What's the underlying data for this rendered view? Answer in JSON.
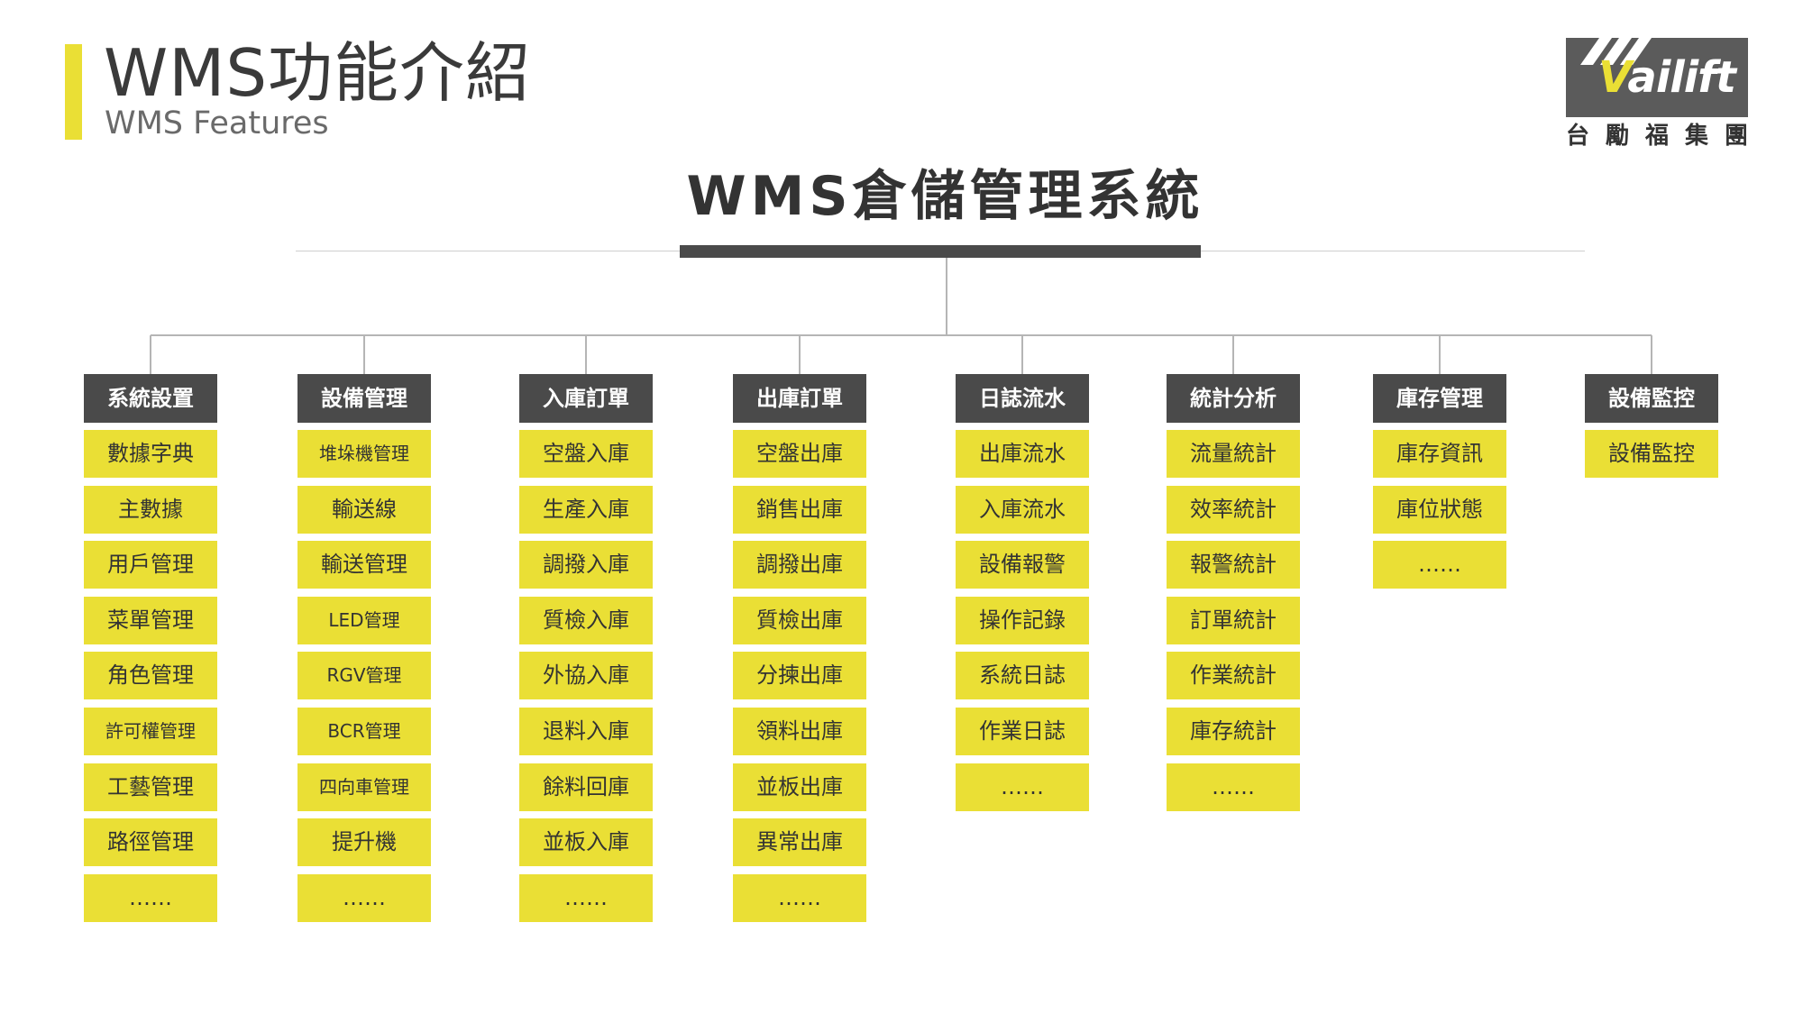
{
  "header": {
    "title": "WMS功能介紹",
    "subtitle": "WMS Features"
  },
  "logo": {
    "wordmark_first": "V",
    "wordmark_rest": "ailift",
    "chars": [
      "台",
      "勵",
      "福",
      "集",
      "團"
    ]
  },
  "diagram": {
    "title": "WMS倉儲管理系統",
    "colors": {
      "header": "#4a4a4a",
      "item": "#eadf35",
      "line": "#b5b5b5"
    },
    "columns": [
      {
        "title": "系統設置",
        "items": [
          "數據字典",
          "主數據",
          "用戶管理",
          "菜單管理",
          "角色管理",
          "許可權管理",
          "工藝管理",
          "路徑管理",
          "……"
        ]
      },
      {
        "title": "設備管理",
        "items": [
          "堆垛機管理",
          "輸送線",
          "輸送管理",
          "LED管理",
          "RGV管理",
          "BCR管理",
          "四向車管理",
          "提升機",
          "……"
        ]
      },
      {
        "title": "入庫訂單",
        "items": [
          "空盤入庫",
          "生產入庫",
          "調撥入庫",
          "質檢入庫",
          "外協入庫",
          "退料入庫",
          "餘料回庫",
          "並板入庫",
          "……"
        ]
      },
      {
        "title": "出庫訂單",
        "items": [
          "空盤出庫",
          "銷售出庫",
          "調撥出庫",
          "質檢出庫",
          "分揀出庫",
          "領料出庫",
          "並板出庫",
          "異常出庫",
          "……"
        ]
      },
      {
        "title": "日誌流水",
        "items": [
          "出庫流水",
          "入庫流水",
          "設備報警",
          "操作記錄",
          "系統日誌",
          "作業日誌",
          "……"
        ]
      },
      {
        "title": "統計分析",
        "items": [
          "流量統計",
          "效率統計",
          "報警統計",
          "訂單統計",
          "作業統計",
          "庫存統計",
          "……"
        ]
      },
      {
        "title": "庫存管理",
        "items": [
          "庫存資訊",
          "庫位狀態",
          "……"
        ]
      },
      {
        "title": "設備監控",
        "items": [
          "設備監控"
        ]
      }
    ]
  }
}
